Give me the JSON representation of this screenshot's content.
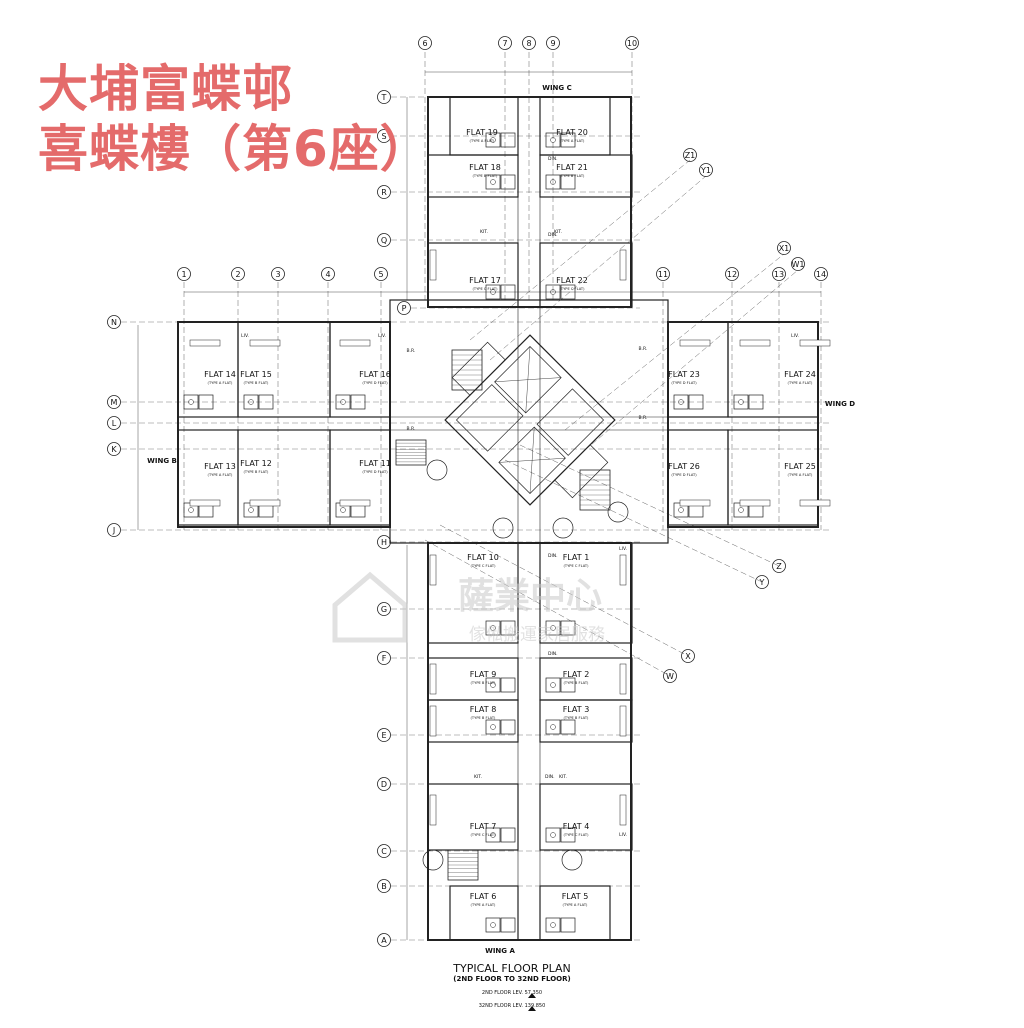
{
  "title": {
    "line1": "大埔富蝶邨",
    "line2": "喜蝶樓（第6座）"
  },
  "plan": {
    "caption": "TYPICAL FLOOR PLAN",
    "subcaption": "(2ND FLOOR TO 32ND FLOOR)",
    "level_2nd": "2ND FLOOR LEV. 57.350",
    "level_32nd": "32ND FLOOR LEV. 139.850"
  },
  "wings": {
    "a": "WING A",
    "b": "WING B",
    "c": "WING C",
    "d": "WING D"
  },
  "grid_top": [
    "6",
    "7",
    "8",
    "9",
    "10"
  ],
  "grid_mid": [
    "1",
    "2",
    "3",
    "4",
    "5",
    "11",
    "12",
    "13",
    "14"
  ],
  "grid_rows_left": [
    "T",
    "S",
    "R",
    "Q",
    "P",
    "N",
    "M",
    "L",
    "K",
    "J",
    "H",
    "G",
    "F",
    "E",
    "D",
    "C",
    "B",
    "A"
  ],
  "diag_labels": [
    "Z1",
    "Y1",
    "X1",
    "W1",
    "Z",
    "Y",
    "X",
    "W"
  ],
  "flats": [
    {
      "name": "FLAT 1",
      "type": "(TYPE C FLAT)"
    },
    {
      "name": "FLAT 2",
      "type": "(TYPE B FLAT)"
    },
    {
      "name": "FLAT 3",
      "type": "(TYPE B FLAT)"
    },
    {
      "name": "FLAT 4",
      "type": "(TYPE C FLAT)"
    },
    {
      "name": "FLAT 5",
      "type": "(TYPE A FLAT)"
    },
    {
      "name": "FLAT 6",
      "type": "(TYPE A FLAT)"
    },
    {
      "name": "FLAT 7",
      "type": "(TYPE C FLAT)"
    },
    {
      "name": "FLAT 8",
      "type": "(TYPE B FLAT)"
    },
    {
      "name": "FLAT 9",
      "type": "(TYPE B FLAT)"
    },
    {
      "name": "FLAT 10",
      "type": "(TYPE C FLAT)"
    },
    {
      "name": "FLAT 11",
      "type": "(TYPE D FLAT)"
    },
    {
      "name": "FLAT 12",
      "type": "(TYPE B FLAT)"
    },
    {
      "name": "FLAT 13",
      "type": "(TYPE A FLAT)"
    },
    {
      "name": "FLAT 14",
      "type": "(TYPE A FLAT)"
    },
    {
      "name": "FLAT 15",
      "type": "(TYPE B FLAT)"
    },
    {
      "name": "FLAT 16",
      "type": "(TYPE D FLAT)"
    },
    {
      "name": "FLAT 17",
      "type": "(TYPE C FLAT)"
    },
    {
      "name": "FLAT 18",
      "type": "(TYPE B FLAT)"
    },
    {
      "name": "FLAT 19",
      "type": "(TYPE A FLAT)"
    },
    {
      "name": "FLAT 20",
      "type": "(TYPE A FLAT)"
    },
    {
      "name": "FLAT 21",
      "type": "(TYPE B FLAT)"
    },
    {
      "name": "FLAT 22",
      "type": "(TYPE C FLAT)"
    },
    {
      "name": "FLAT 23",
      "type": "(TYPE D FLAT)"
    },
    {
      "name": "FLAT 24",
      "type": "(TYPE A FLAT)"
    },
    {
      "name": "FLAT 25",
      "type": "(TYPE A FLAT)"
    },
    {
      "name": "FLAT 26",
      "type": "(TYPE D FLAT)"
    }
  ],
  "room_labels": {
    "living": "LIV.",
    "dining": "DIN.",
    "kitchen": "KIT.",
    "bedroom": "B.R."
  },
  "watermark": {
    "line1": "薩業中心",
    "line2": "傢俬搬運家居服務"
  },
  "colors": {
    "title": "#e46b6b",
    "line": "#222222",
    "watermark": "#c9c9c9"
  }
}
